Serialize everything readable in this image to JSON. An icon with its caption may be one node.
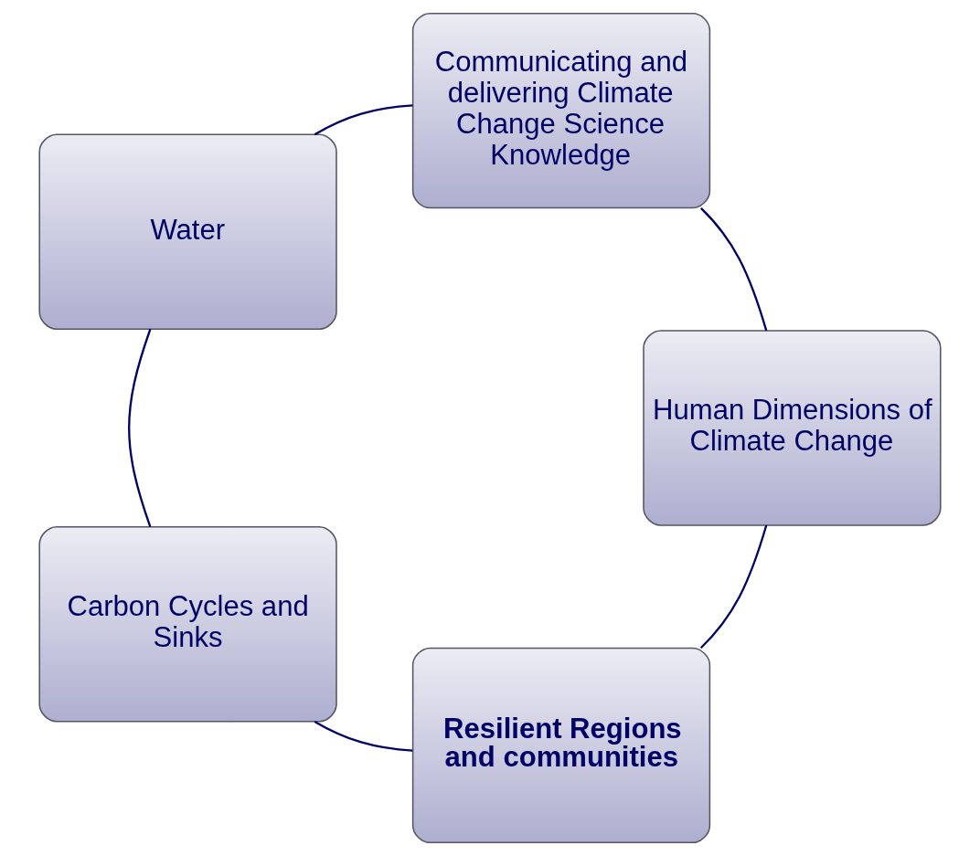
{
  "diagram": {
    "nodes": [
      {
        "text": [
          "Resilient Regions and communities"
        ]
      },
      {
        "text": [
          "Human Dimensions of Climate Change"
        ]
      },
      {
        "text": [
          "Carbon Cycles and Sinks"
        ]
      },
      {
        "text": [
          "Communicating and delivering Climate Change Science Knowledge"
        ]
      },
      {
        "text": [
          "Water"
        ]
      }
    ],
    "edges": [
      {
        "from": 0,
        "to": 2,
        "arrow": "none"
      },
      {
        "from": 2,
        "to": 4,
        "arrow": "none"
      },
      {
        "from": 4,
        "to": 3,
        "arrow": "none"
      },
      {
        "from": 3,
        "to": 1,
        "arrow": "none"
      },
      {
        "from": 1,
        "to": 0,
        "arrow": "none"
      }
    ]
  }
}
